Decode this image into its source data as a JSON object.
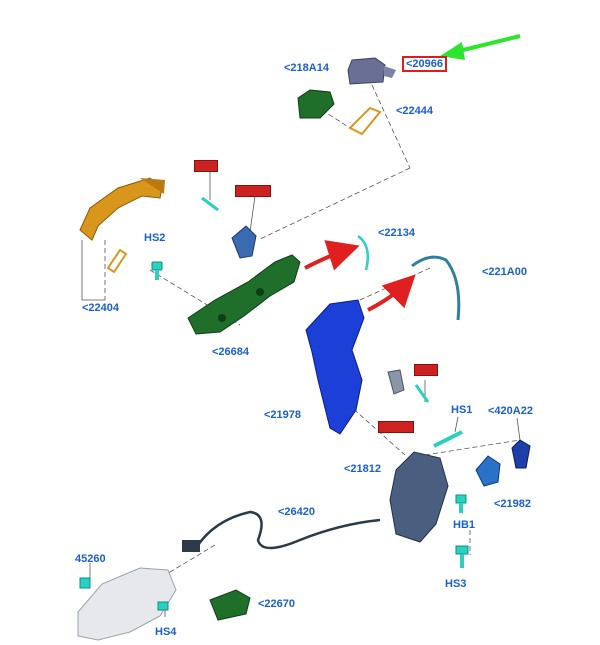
{
  "labels": {
    "p218a14": "<218A14",
    "p20966": "<20966",
    "p22444": "<22444",
    "p22134": "<22134",
    "pHS2": "HS2",
    "p221a00": "<221A00",
    "p22404": "<22404",
    "p26684": "<26684",
    "p21978": "<21978",
    "pHS1": "HS1",
    "p420a22": "<420A22",
    "p21812": "<21812",
    "p21982": "<21982",
    "pHB1": "HB1",
    "p26420": "<26420",
    "p45260": "45260",
    "pHS3": "HS3",
    "p22670": "<22670",
    "pHS4": "HS4"
  },
  "colors": {
    "label": "#1a5fd0",
    "highlight_box": "#e01b1b",
    "pointer_arrow": "#2ee52e",
    "motion_arrow": "#e02020",
    "handle": "#d9961c",
    "bracket": "#1f6e2a",
    "latch_cover": "#1c3fd8",
    "latch": "#4a5f80",
    "cable": "#2a3a48",
    "clip": "#2ad0c0"
  }
}
